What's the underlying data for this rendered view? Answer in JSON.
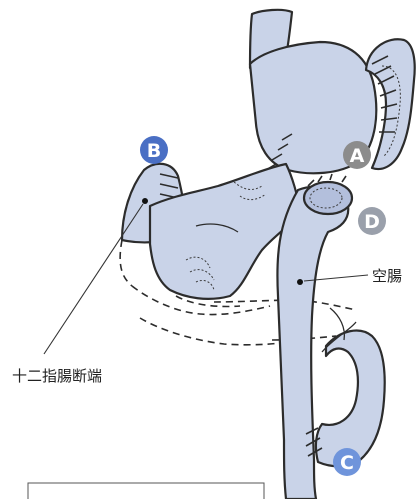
{
  "markers": [
    {
      "id": "A",
      "text": "A",
      "color": "#8c8c8c"
    },
    {
      "id": "B",
      "text": "B",
      "color": "#4a6fc4"
    },
    {
      "id": "C",
      "text": "C",
      "color": "#6f94db"
    },
    {
      "id": "D",
      "text": "D",
      "color": "#9aa0ab"
    }
  ],
  "labels": {
    "jejunum": "空腸",
    "duodenal_stump": "十二指腸断端"
  },
  "colors": {
    "organ_fill": "#c9d3e8",
    "outline": "#2c2c2c"
  }
}
